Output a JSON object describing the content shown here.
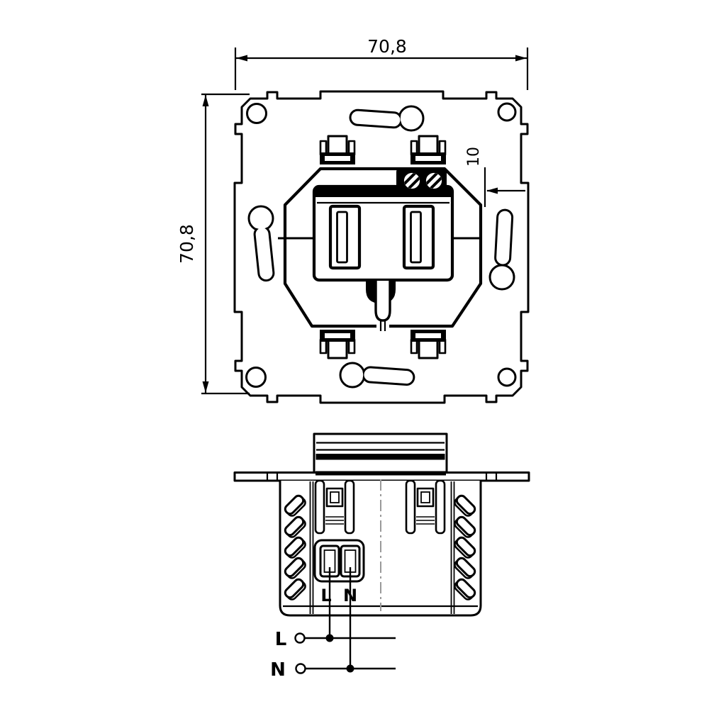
{
  "front_view": {
    "width_dim": "70,8",
    "height_dim": "70,8",
    "offset_dim": "10"
  },
  "side_view": {
    "terminal_l": "L",
    "terminal_n": "N"
  },
  "wiring": {
    "line_label": "L",
    "neutral_label": "N"
  },
  "colors": {
    "ink": "#000000",
    "centerline": "#999999",
    "background": "#ffffff"
  }
}
